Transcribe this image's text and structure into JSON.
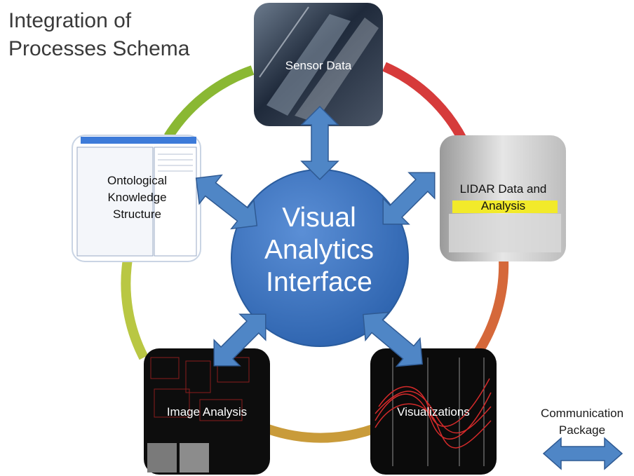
{
  "title": {
    "line1": "Integration of",
    "line2": "Processes Schema"
  },
  "center": {
    "line1": "Visual",
    "line2": "Analytics",
    "line3": "Interface"
  },
  "nodes": [
    {
      "label": "Sensor Data"
    },
    {
      "label": "LIDAR Data and Analysis"
    },
    {
      "label": "Visualizations"
    },
    {
      "label": "Image Analysis"
    },
    {
      "label": "Ontological Knowledge Structure"
    }
  ],
  "legend": {
    "line1": "Communication",
    "line2": "Package"
  },
  "colors": {
    "ring_segments": [
      "#8ab833",
      "#d63b3b",
      "#d5683a",
      "#c99b3a",
      "#b9c743"
    ],
    "center_fill": "#3b73bd",
    "arrow_fill": "#4f86c6",
    "arrow_stroke": "#2f5a93"
  }
}
